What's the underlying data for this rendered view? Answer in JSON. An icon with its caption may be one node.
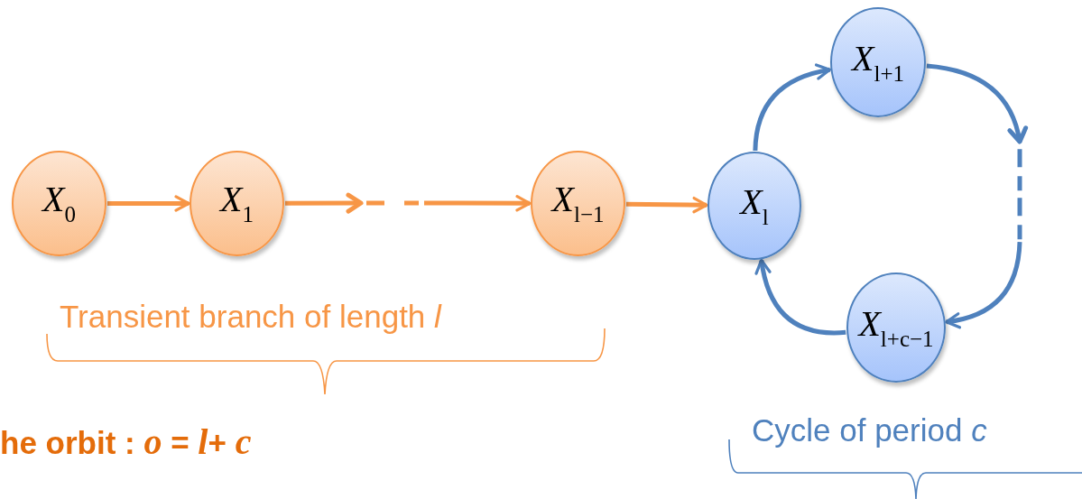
{
  "diagram": {
    "nodes": [
      {
        "text": [
          "*X*$_{0}$"
        ]
      },
      {
        "text": [
          "*X*$_{1}$"
        ]
      },
      {
        "text": [
          "*X*$_{l−1}$"
        ]
      },
      {
        "text": [
          "*X*$_{l}$"
        ]
      },
      {
        "text": [
          "*X*$_{l+1}$"
        ]
      },
      {
        "text": [
          "*X*$_{l+c−1}$"
        ]
      }
    ],
    "edges": [
      {
        "from": 0,
        "to": 1,
        "arrow": "to"
      },
      {
        "from": 1,
        "to": 2,
        "arrow": "to",
        "style": "dashed"
      },
      {
        "from": 2,
        "to": 3,
        "arrow": "to"
      },
      {
        "from": 3,
        "to": 4,
        "arrow": "to",
        "color": "#4f81bd"
      },
      {
        "from": 4,
        "to": 5,
        "arrow": "to",
        "style": "dashed",
        "color": "#4f81bd"
      },
      {
        "from": 5,
        "to": 3,
        "arrow": "to",
        "color": "#4f81bd"
      }
    ],
    "labels": [
      "Transient branch of length *l*",
      "he orbit : *o* = *l*+ *c*",
      "Cycle of period *c*"
    ]
  }
}
